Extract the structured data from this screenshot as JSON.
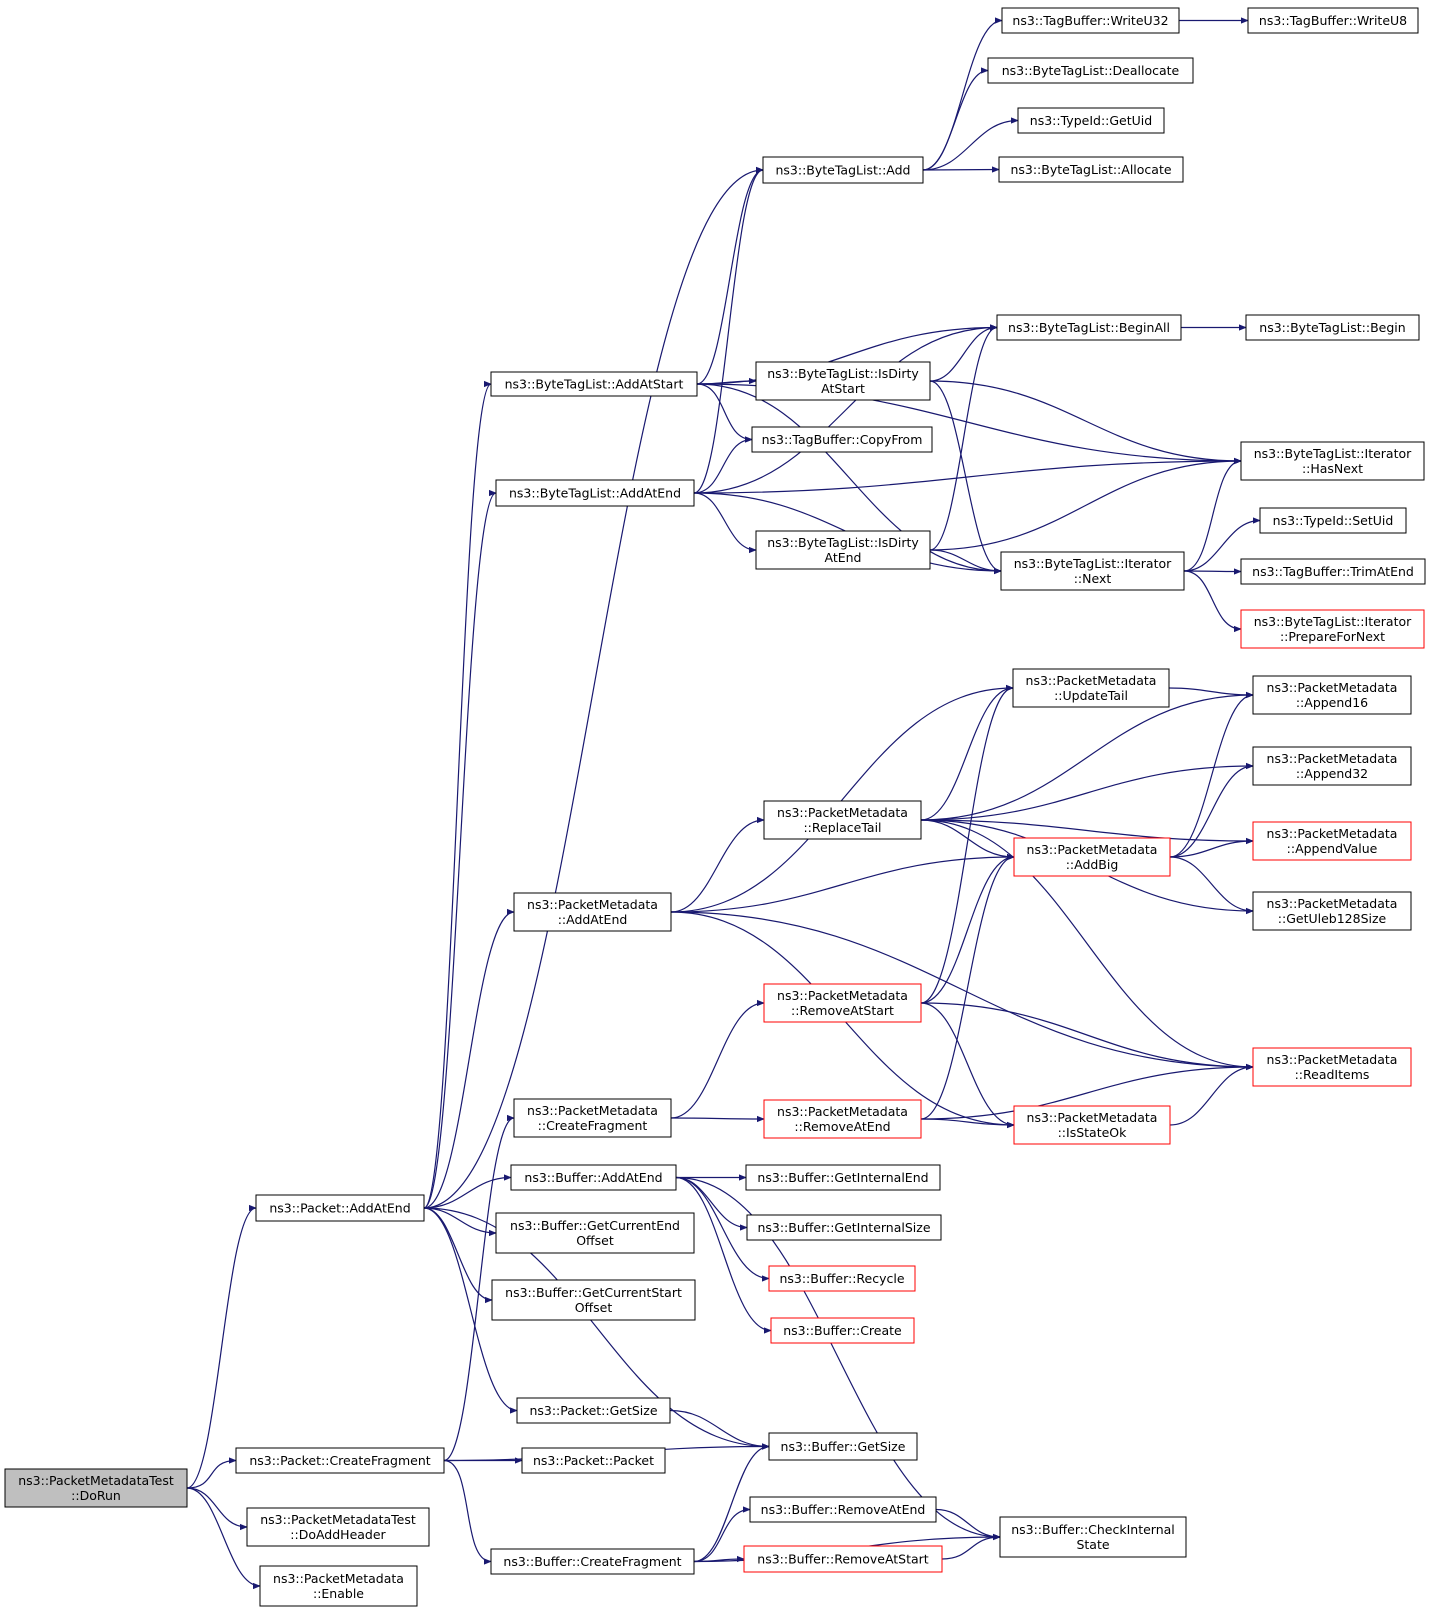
{
  "diagram": {
    "nodes": [
      {
        "id": "dorun",
        "lines": [
          "ns3::PacketMetadataTest",
          "::DoRun"
        ],
        "style": "root"
      },
      {
        "id": "pkt_addatend",
        "lines": [
          "ns3::Packet::AddAtEnd"
        ],
        "style": "normal"
      },
      {
        "id": "pkt_createfrag",
        "lines": [
          "ns3::Packet::CreateFragment"
        ],
        "style": "normal"
      },
      {
        "id": "doaddheader",
        "lines": [
          "ns3::PacketMetadataTest",
          "::DoAddHeader"
        ],
        "style": "normal"
      },
      {
        "id": "pm_enable",
        "lines": [
          "ns3::PacketMetadata",
          "::Enable"
        ],
        "style": "normal"
      },
      {
        "id": "btl_addatstart",
        "lines": [
          "ns3::ByteTagList::AddAtStart"
        ],
        "style": "normal"
      },
      {
        "id": "btl_addatend",
        "lines": [
          "ns3::ByteTagList::AddAtEnd"
        ],
        "style": "normal"
      },
      {
        "id": "pm_addatend",
        "lines": [
          "ns3::PacketMetadata",
          "::AddAtEnd"
        ],
        "style": "normal"
      },
      {
        "id": "pm_createfrag",
        "lines": [
          "ns3::PacketMetadata",
          "::CreateFragment"
        ],
        "style": "normal"
      },
      {
        "id": "buf_addatend",
        "lines": [
          "ns3::Buffer::AddAtEnd"
        ],
        "style": "normal"
      },
      {
        "id": "buf_curendoff",
        "lines": [
          "ns3::Buffer::GetCurrentEnd",
          "Offset"
        ],
        "style": "normal"
      },
      {
        "id": "buf_curstartoff",
        "lines": [
          "ns3::Buffer::GetCurrentStart",
          "Offset"
        ],
        "style": "normal"
      },
      {
        "id": "pkt_getsize",
        "lines": [
          "ns3::Packet::GetSize"
        ],
        "style": "normal"
      },
      {
        "id": "pkt_packet",
        "lines": [
          "ns3::Packet::Packet"
        ],
        "style": "normal"
      },
      {
        "id": "buf_createfrag",
        "lines": [
          "ns3::Buffer::CreateFragment"
        ],
        "style": "normal"
      },
      {
        "id": "btl_add",
        "lines": [
          "ns3::ByteTagList::Add"
        ],
        "style": "normal"
      },
      {
        "id": "btl_dirtystart",
        "lines": [
          "ns3::ByteTagList::IsDirty",
          "AtStart"
        ],
        "style": "normal"
      },
      {
        "id": "tb_copyfrom",
        "lines": [
          "ns3::TagBuffer::CopyFrom"
        ],
        "style": "normal"
      },
      {
        "id": "btl_dirtyend",
        "lines": [
          "ns3::ByteTagList::IsDirty",
          "AtEnd"
        ],
        "style": "normal"
      },
      {
        "id": "pm_replacetail",
        "lines": [
          "ns3::PacketMetadata",
          "::ReplaceTail"
        ],
        "style": "normal"
      },
      {
        "id": "pm_removeatstart",
        "lines": [
          "ns3::PacketMetadata",
          "::RemoveAtStart"
        ],
        "style": "red"
      },
      {
        "id": "pm_removeatend",
        "lines": [
          "ns3::PacketMetadata",
          "::RemoveAtEnd"
        ],
        "style": "red"
      },
      {
        "id": "buf_internalend",
        "lines": [
          "ns3::Buffer::GetInternalEnd"
        ],
        "style": "normal"
      },
      {
        "id": "buf_internalsize",
        "lines": [
          "ns3::Buffer::GetInternalSize"
        ],
        "style": "normal"
      },
      {
        "id": "buf_recycle",
        "lines": [
          "ns3::Buffer::Recycle"
        ],
        "style": "red"
      },
      {
        "id": "buf_create",
        "lines": [
          "ns3::Buffer::Create"
        ],
        "style": "red"
      },
      {
        "id": "buf_getsize",
        "lines": [
          "ns3::Buffer::GetSize"
        ],
        "style": "normal"
      },
      {
        "id": "buf_removeatend",
        "lines": [
          "ns3::Buffer::RemoveAtEnd"
        ],
        "style": "normal"
      },
      {
        "id": "buf_removeatstart",
        "lines": [
          "ns3::Buffer::RemoveAtStart"
        ],
        "style": "red"
      },
      {
        "id": "tb_writeu32",
        "lines": [
          "ns3::TagBuffer::WriteU32"
        ],
        "style": "normal"
      },
      {
        "id": "btl_dealloc",
        "lines": [
          "ns3::ByteTagList::Deallocate"
        ],
        "style": "normal"
      },
      {
        "id": "tid_getuid",
        "lines": [
          "ns3::TypeId::GetUid"
        ],
        "style": "normal"
      },
      {
        "id": "btl_allocate",
        "lines": [
          "ns3::ByteTagList::Allocate"
        ],
        "style": "normal"
      },
      {
        "id": "btl_beginall",
        "lines": [
          "ns3::ByteTagList::BeginAll"
        ],
        "style": "normal"
      },
      {
        "id": "btl_iter_next",
        "lines": [
          "ns3::ByteTagList::Iterator",
          "::Next"
        ],
        "style": "normal"
      },
      {
        "id": "pm_updatetail",
        "lines": [
          "ns3::PacketMetadata",
          "::UpdateTail"
        ],
        "style": "normal"
      },
      {
        "id": "pm_addbig",
        "lines": [
          "ns3::PacketMetadata",
          "::AddBig"
        ],
        "style": "red"
      },
      {
        "id": "pm_isstateok",
        "lines": [
          "ns3::PacketMetadata",
          "::IsStateOk"
        ],
        "style": "red"
      },
      {
        "id": "buf_checkinternal",
        "lines": [
          "ns3::Buffer::CheckInternal",
          "State"
        ],
        "style": "normal"
      },
      {
        "id": "tb_writeu8",
        "lines": [
          "ns3::TagBuffer::WriteU8"
        ],
        "style": "normal"
      },
      {
        "id": "btl_begin",
        "lines": [
          "ns3::ByteTagList::Begin"
        ],
        "style": "normal"
      },
      {
        "id": "btl_iter_hasnext",
        "lines": [
          "ns3::ByteTagList::Iterator",
          "::HasNext"
        ],
        "style": "normal"
      },
      {
        "id": "tid_setuid",
        "lines": [
          "ns3::TypeId::SetUid"
        ],
        "style": "normal"
      },
      {
        "id": "tb_trimatend",
        "lines": [
          "ns3::TagBuffer::TrimAtEnd"
        ],
        "style": "normal"
      },
      {
        "id": "btl_iter_prepare",
        "lines": [
          "ns3::ByteTagList::Iterator",
          "::PrepareForNext"
        ],
        "style": "red"
      },
      {
        "id": "pm_append16",
        "lines": [
          "ns3::PacketMetadata",
          "::Append16"
        ],
        "style": "normal"
      },
      {
        "id": "pm_append32",
        "lines": [
          "ns3::PacketMetadata",
          "::Append32"
        ],
        "style": "normal"
      },
      {
        "id": "pm_appendvalue",
        "lines": [
          "ns3::PacketMetadata",
          "::AppendValue"
        ],
        "style": "red"
      },
      {
        "id": "pm_uleb128",
        "lines": [
          "ns3::PacketMetadata",
          "::GetUleb128Size"
        ],
        "style": "normal"
      },
      {
        "id": "pm_readitems",
        "lines": [
          "ns3::PacketMetadata",
          "::ReadItems"
        ],
        "style": "red"
      }
    ],
    "edges": [
      [
        "dorun",
        "pkt_addatend"
      ],
      [
        "dorun",
        "pkt_createfrag"
      ],
      [
        "dorun",
        "doaddheader"
      ],
      [
        "dorun",
        "pm_enable"
      ],
      [
        "pkt_addatend",
        "btl_add"
      ],
      [
        "pkt_addatend",
        "btl_addatstart"
      ],
      [
        "pkt_addatend",
        "btl_addatend"
      ],
      [
        "pkt_addatend",
        "pm_addatend"
      ],
      [
        "pkt_addatend",
        "buf_addatend"
      ],
      [
        "pkt_addatend",
        "buf_curendoff"
      ],
      [
        "pkt_addatend",
        "buf_curstartoff"
      ],
      [
        "pkt_addatend",
        "pkt_getsize"
      ],
      [
        "pkt_addatend",
        "buf_getsize"
      ],
      [
        "pkt_createfrag",
        "pm_createfrag"
      ],
      [
        "pkt_createfrag",
        "pkt_packet"
      ],
      [
        "pkt_createfrag",
        "buf_getsize"
      ],
      [
        "pkt_createfrag",
        "buf_createfrag"
      ],
      [
        "btl_addatstart",
        "btl_add"
      ],
      [
        "btl_addatstart",
        "btl_beginall"
      ],
      [
        "btl_addatstart",
        "btl_iter_hasnext"
      ],
      [
        "btl_addatstart",
        "btl_dirtystart"
      ],
      [
        "btl_addatstart",
        "tb_copyfrom"
      ],
      [
        "btl_addatstart",
        "btl_iter_next"
      ],
      [
        "btl_addatend",
        "btl_add"
      ],
      [
        "btl_addatend",
        "btl_beginall"
      ],
      [
        "btl_addatend",
        "tb_copyfrom"
      ],
      [
        "btl_addatend",
        "btl_iter_hasnext"
      ],
      [
        "btl_addatend",
        "btl_dirtyend"
      ],
      [
        "btl_addatend",
        "btl_iter_next"
      ],
      [
        "btl_add",
        "tb_writeu32"
      ],
      [
        "btl_add",
        "btl_dealloc"
      ],
      [
        "btl_add",
        "tid_getuid"
      ],
      [
        "btl_add",
        "btl_allocate"
      ],
      [
        "tb_writeu32",
        "tb_writeu8"
      ],
      [
        "btl_beginall",
        "btl_begin"
      ],
      [
        "btl_dirtystart",
        "btl_beginall"
      ],
      [
        "btl_dirtystart",
        "btl_iter_hasnext"
      ],
      [
        "btl_dirtystart",
        "btl_iter_next"
      ],
      [
        "btl_dirtyend",
        "btl_beginall"
      ],
      [
        "btl_dirtyend",
        "btl_iter_hasnext"
      ],
      [
        "btl_dirtyend",
        "btl_iter_next"
      ],
      [
        "btl_iter_next",
        "btl_iter_hasnext"
      ],
      [
        "btl_iter_next",
        "tid_setuid"
      ],
      [
        "btl_iter_next",
        "tb_trimatend"
      ],
      [
        "btl_iter_next",
        "btl_iter_prepare"
      ],
      [
        "pm_addatend",
        "pm_updatetail"
      ],
      [
        "pm_addatend",
        "pm_replacetail"
      ],
      [
        "pm_addatend",
        "pm_addbig"
      ],
      [
        "pm_addatend",
        "pm_readitems"
      ],
      [
        "pm_addatend",
        "pm_isstateok"
      ],
      [
        "pm_replacetail",
        "pm_append16"
      ],
      [
        "pm_replacetail",
        "pm_updatetail"
      ],
      [
        "pm_replacetail",
        "pm_append32"
      ],
      [
        "pm_replacetail",
        "pm_appendvalue"
      ],
      [
        "pm_replacetail",
        "pm_addbig"
      ],
      [
        "pm_replacetail",
        "pm_uleb128"
      ],
      [
        "pm_replacetail",
        "pm_readitems"
      ],
      [
        "pm_updatetail",
        "pm_append16"
      ],
      [
        "pm_addbig",
        "pm_append16"
      ],
      [
        "pm_addbig",
        "pm_append32"
      ],
      [
        "pm_addbig",
        "pm_appendvalue"
      ],
      [
        "pm_addbig",
        "pm_uleb128"
      ],
      [
        "pm_createfrag",
        "pm_removeatstart"
      ],
      [
        "pm_createfrag",
        "pm_removeatend"
      ],
      [
        "pm_removeatstart",
        "pm_updatetail"
      ],
      [
        "pm_removeatstart",
        "pm_addbig"
      ],
      [
        "pm_removeatstart",
        "pm_readitems"
      ],
      [
        "pm_removeatstart",
        "pm_isstateok"
      ],
      [
        "pm_removeatend",
        "pm_addbig"
      ],
      [
        "pm_removeatend",
        "pm_isstateok"
      ],
      [
        "pm_removeatend",
        "pm_readitems"
      ],
      [
        "pm_isstateok",
        "pm_readitems"
      ],
      [
        "buf_addatend",
        "buf_internalend"
      ],
      [
        "buf_addatend",
        "buf_internalsize"
      ],
      [
        "buf_addatend",
        "buf_recycle"
      ],
      [
        "buf_addatend",
        "buf_create"
      ],
      [
        "buf_addatend",
        "buf_checkinternal"
      ],
      [
        "pkt_getsize",
        "buf_getsize"
      ],
      [
        "buf_createfrag",
        "buf_getsize"
      ],
      [
        "buf_createfrag",
        "buf_removeatend"
      ],
      [
        "buf_createfrag",
        "buf_removeatstart"
      ],
      [
        "buf_createfrag",
        "buf_checkinternal"
      ],
      [
        "buf_removeatend",
        "buf_checkinternal"
      ],
      [
        "buf_removeatstart",
        "buf_checkinternal"
      ]
    ]
  }
}
